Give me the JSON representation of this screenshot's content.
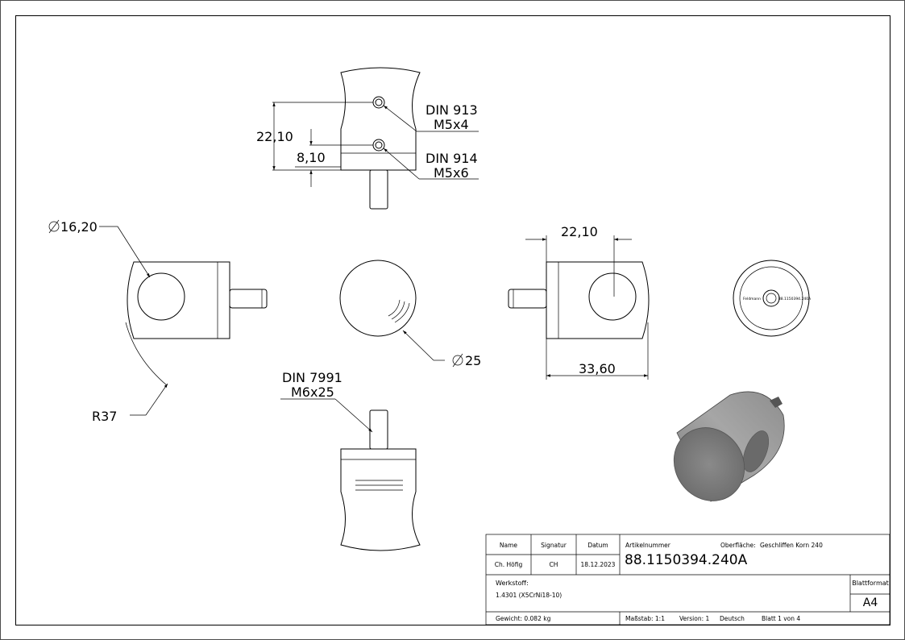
{
  "dimensions": {
    "d_22_10_vertical": "22,10",
    "d_8_10": "8,10",
    "din913_line1": "DIN 913",
    "din913_line2": "M5x4",
    "din914_line1": "DIN 914",
    "din914_line2": "M5x6",
    "dia_16_20": "16,20",
    "r37": "R37",
    "dia_25": "25",
    "d_22_10_horizontal": "22,10",
    "d_33_60": "33,60",
    "din7991_line1": "DIN 7991",
    "din7991_line2": "M6x25",
    "engraving_left": "Feldmann",
    "engraving_right": "88.1150394.240A"
  },
  "title_block": {
    "name_header": "Name",
    "signatur_header": "Signatur",
    "datum_header": "Datum",
    "name_value": "Ch. Höfig",
    "signatur_value": "CH",
    "datum_value": "18.12.2023",
    "artikelnummer_label": "Artikelnummer",
    "artikelnummer_value": "88.1150394.240A",
    "oberflaeche_label": "Oberfläche:",
    "oberflaeche_value": "Geschliffen Korn 240",
    "werkstoff_label": "Werkstoff:",
    "werkstoff_value": "1.4301 (X5CrNi18-10)",
    "blattformat_label": "Blattformat",
    "blattformat_value": "A4",
    "gewicht": "Gewicht: 0.082 kg",
    "massstab": "Maßstab: 1:1",
    "version": "Version: 1",
    "sprache": "Deutsch",
    "blatt": "Blatt 1 von 4"
  }
}
